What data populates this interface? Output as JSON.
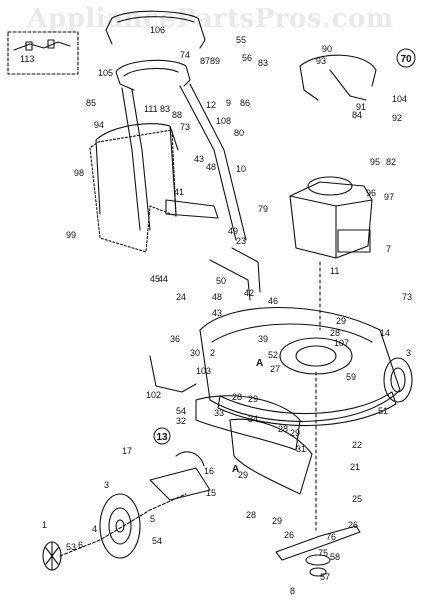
{
  "watermark": "AppliancePartsPros.com",
  "figure_codes": [
    "70",
    "13"
  ],
  "labels": [
    "106",
    "113",
    "105",
    "85",
    "111",
    "83",
    "88",
    "73",
    "74",
    "87",
    "89",
    "55",
    "56",
    "83",
    "12",
    "9",
    "86",
    "90",
    "93",
    "91",
    "104",
    "84",
    "92",
    "108",
    "80",
    "43",
    "48",
    "94",
    "98",
    "41",
    "10",
    "99",
    "95",
    "82",
    "97",
    "96",
    "7",
    "11",
    "79",
    "49",
    "23",
    "50",
    "42",
    "45",
    "44",
    "24",
    "48",
    "43",
    "46",
    "28",
    "29",
    "73",
    "14",
    "36",
    "30",
    "2",
    "39",
    "52",
    "107",
    "3",
    "102",
    "54",
    "103",
    "28",
    "29",
    "32",
    "33",
    "34",
    "28",
    "29",
    "27",
    "59",
    "51",
    "22",
    "21",
    "31",
    "16",
    "17",
    "15",
    "25",
    "26",
    "29",
    "28",
    "29",
    "26",
    "3",
    "5",
    "54",
    "1",
    "53",
    "6",
    "4",
    "8",
    "76",
    "58",
    "75",
    "57"
  ],
  "part_markers": [
    "A",
    "A"
  ]
}
